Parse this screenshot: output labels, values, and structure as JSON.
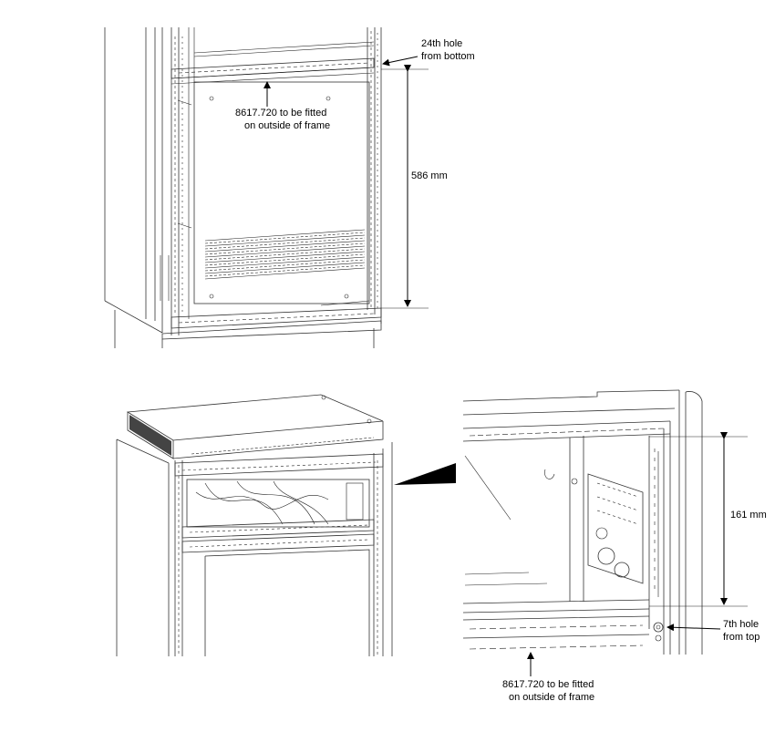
{
  "top_view": {
    "hole_callout_line1": "24th hole",
    "hole_callout_line2": "from bottom",
    "rail_note_line1": "8617.720 to be fitted",
    "rail_note_line2": "on outside of frame",
    "dimension": "586 mm"
  },
  "detail_view": {
    "dimension": "161 mm",
    "hole_callout_line1": "7th hole",
    "hole_callout_line2": "from top",
    "rail_note_line1": "8617.720 to be fitted",
    "rail_note_line2": "on outside of frame"
  }
}
